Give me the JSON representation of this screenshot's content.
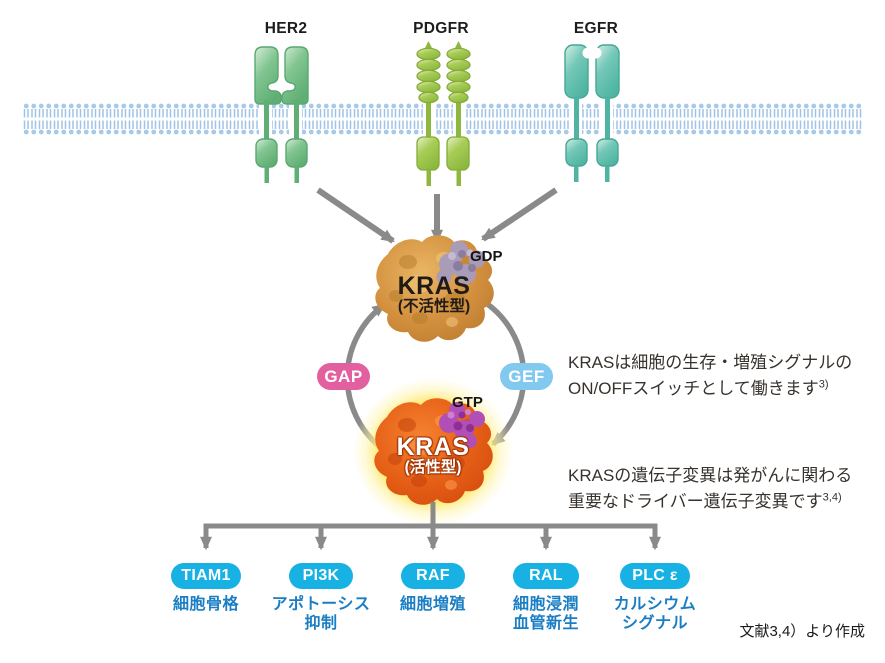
{
  "receptors": [
    {
      "label": "HER2"
    },
    {
      "label": "PDGFR"
    },
    {
      "label": "EGFR"
    }
  ],
  "kras_inactive": {
    "name": "KRAS",
    "state": "(不活性型)",
    "nucleotide": "GDP"
  },
  "kras_active": {
    "name": "KRAS",
    "state": "(活性型)",
    "nucleotide": "GTP"
  },
  "regulators": {
    "gap": "GAP",
    "gef": "GEF"
  },
  "notes": {
    "switch_line1": "KRASは細胞の生存・増殖シグナルの",
    "switch_line2": "ON/OFFスイッチとして働きます",
    "switch_ref": "3)",
    "driver_line1": "KRASの遺伝子変異は発がんに関わる",
    "driver_line2": "重要なドライバー遺伝子変異です",
    "driver_ref": "3,4)"
  },
  "effectors": [
    {
      "label": "TIAM1",
      "function": "細胞骨格"
    },
    {
      "label": "PI3K",
      "function": "アポトーシス\n抑制"
    },
    {
      "label": "RAF",
      "function": "細胞増殖"
    },
    {
      "label": "RAL",
      "function": "細胞浸潤\n血管新生"
    },
    {
      "label": "PLC ε",
      "function": "カルシウム\nシグナル"
    }
  ],
  "attribution": "文献3,4）より作成",
  "colors": {
    "membrane": "#a9c9e9",
    "arrow": "#8a8a8a",
    "her2": "#6fbe86",
    "pdgfr": "#9cc94e",
    "egfr": "#5fc3b1",
    "kras_inactive_body": "#d3913f",
    "kras_active_body": "#e55f17",
    "active_glow": "#ffe23c",
    "gdp_molecule": "#a89cb8",
    "gtp_molecule": "#b14fb6",
    "gap_pill": "#e2609f",
    "gef_pill": "#82c9ef",
    "effector_pill": "#17b1e4",
    "effector_text": "#1b7ec4"
  }
}
